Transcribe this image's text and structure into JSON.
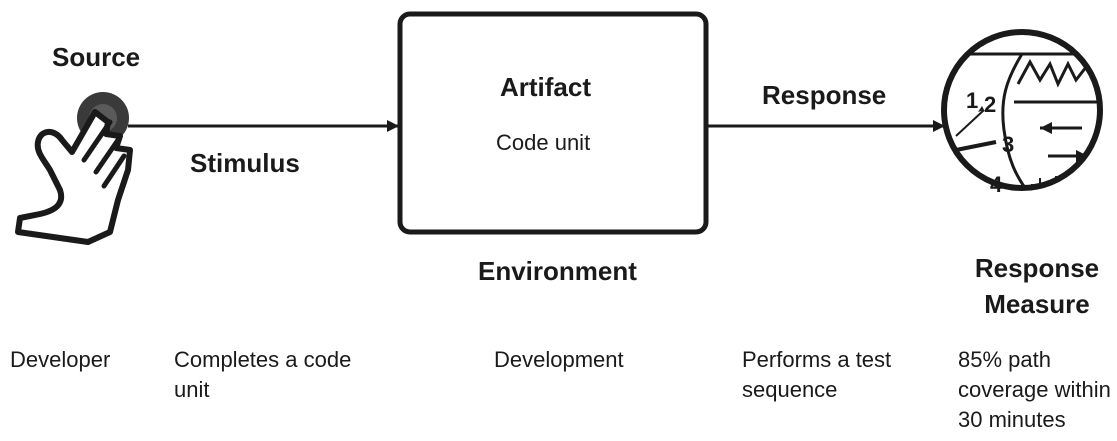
{
  "diagram": {
    "source_label": "Source",
    "stimulus_label": "Stimulus",
    "artifact_label": "Artifact",
    "artifact_value": "Code unit",
    "environment_label": "Environment",
    "response_label": "Response",
    "response_measure_label": "Response Measure",
    "gauge_numbers": [
      "1",
      "2",
      "3",
      "4"
    ]
  },
  "values": {
    "source": "Developer",
    "stimulus": "Completes a code unit",
    "environment": "Development",
    "response": "Performs a test sequence",
    "response_measure": "85% path coverage within 30 minutes"
  }
}
